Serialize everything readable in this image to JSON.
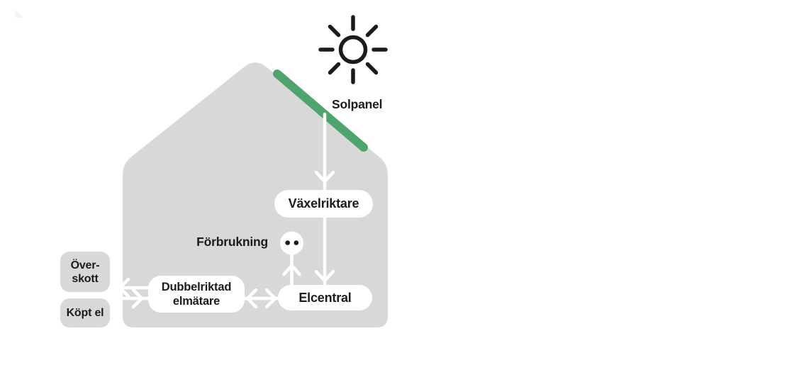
{
  "page": {
    "background": "#ffffff",
    "description": "Illustrative diagram of a house with rooftop solar panels and electricity flow"
  },
  "colors": {
    "house_gray": "#d8d8d8",
    "panel_green": "#4fa36d",
    "ink_black": "#1c1c1c",
    "connector_white": "#ffffff",
    "artifact_gray": "#f4f4f4"
  },
  "diagram": {
    "sun_icon": "sun",
    "solar_panel": {
      "label": "Solpanel"
    },
    "inverter": {
      "label": "Växelriktare"
    },
    "consumption": {
      "label": "Förbrukning",
      "icon": "two-dots-outlet"
    },
    "electrical_panel": {
      "label": "Elcentral"
    },
    "bidirectional_meter": {
      "label_line1": "Dubbelriktad",
      "label_line2": "elmätare"
    },
    "surplus": {
      "label_line1": "Över-",
      "label_line2": "skott"
    },
    "purchased_electricity": {
      "label": "Köpt el"
    }
  }
}
